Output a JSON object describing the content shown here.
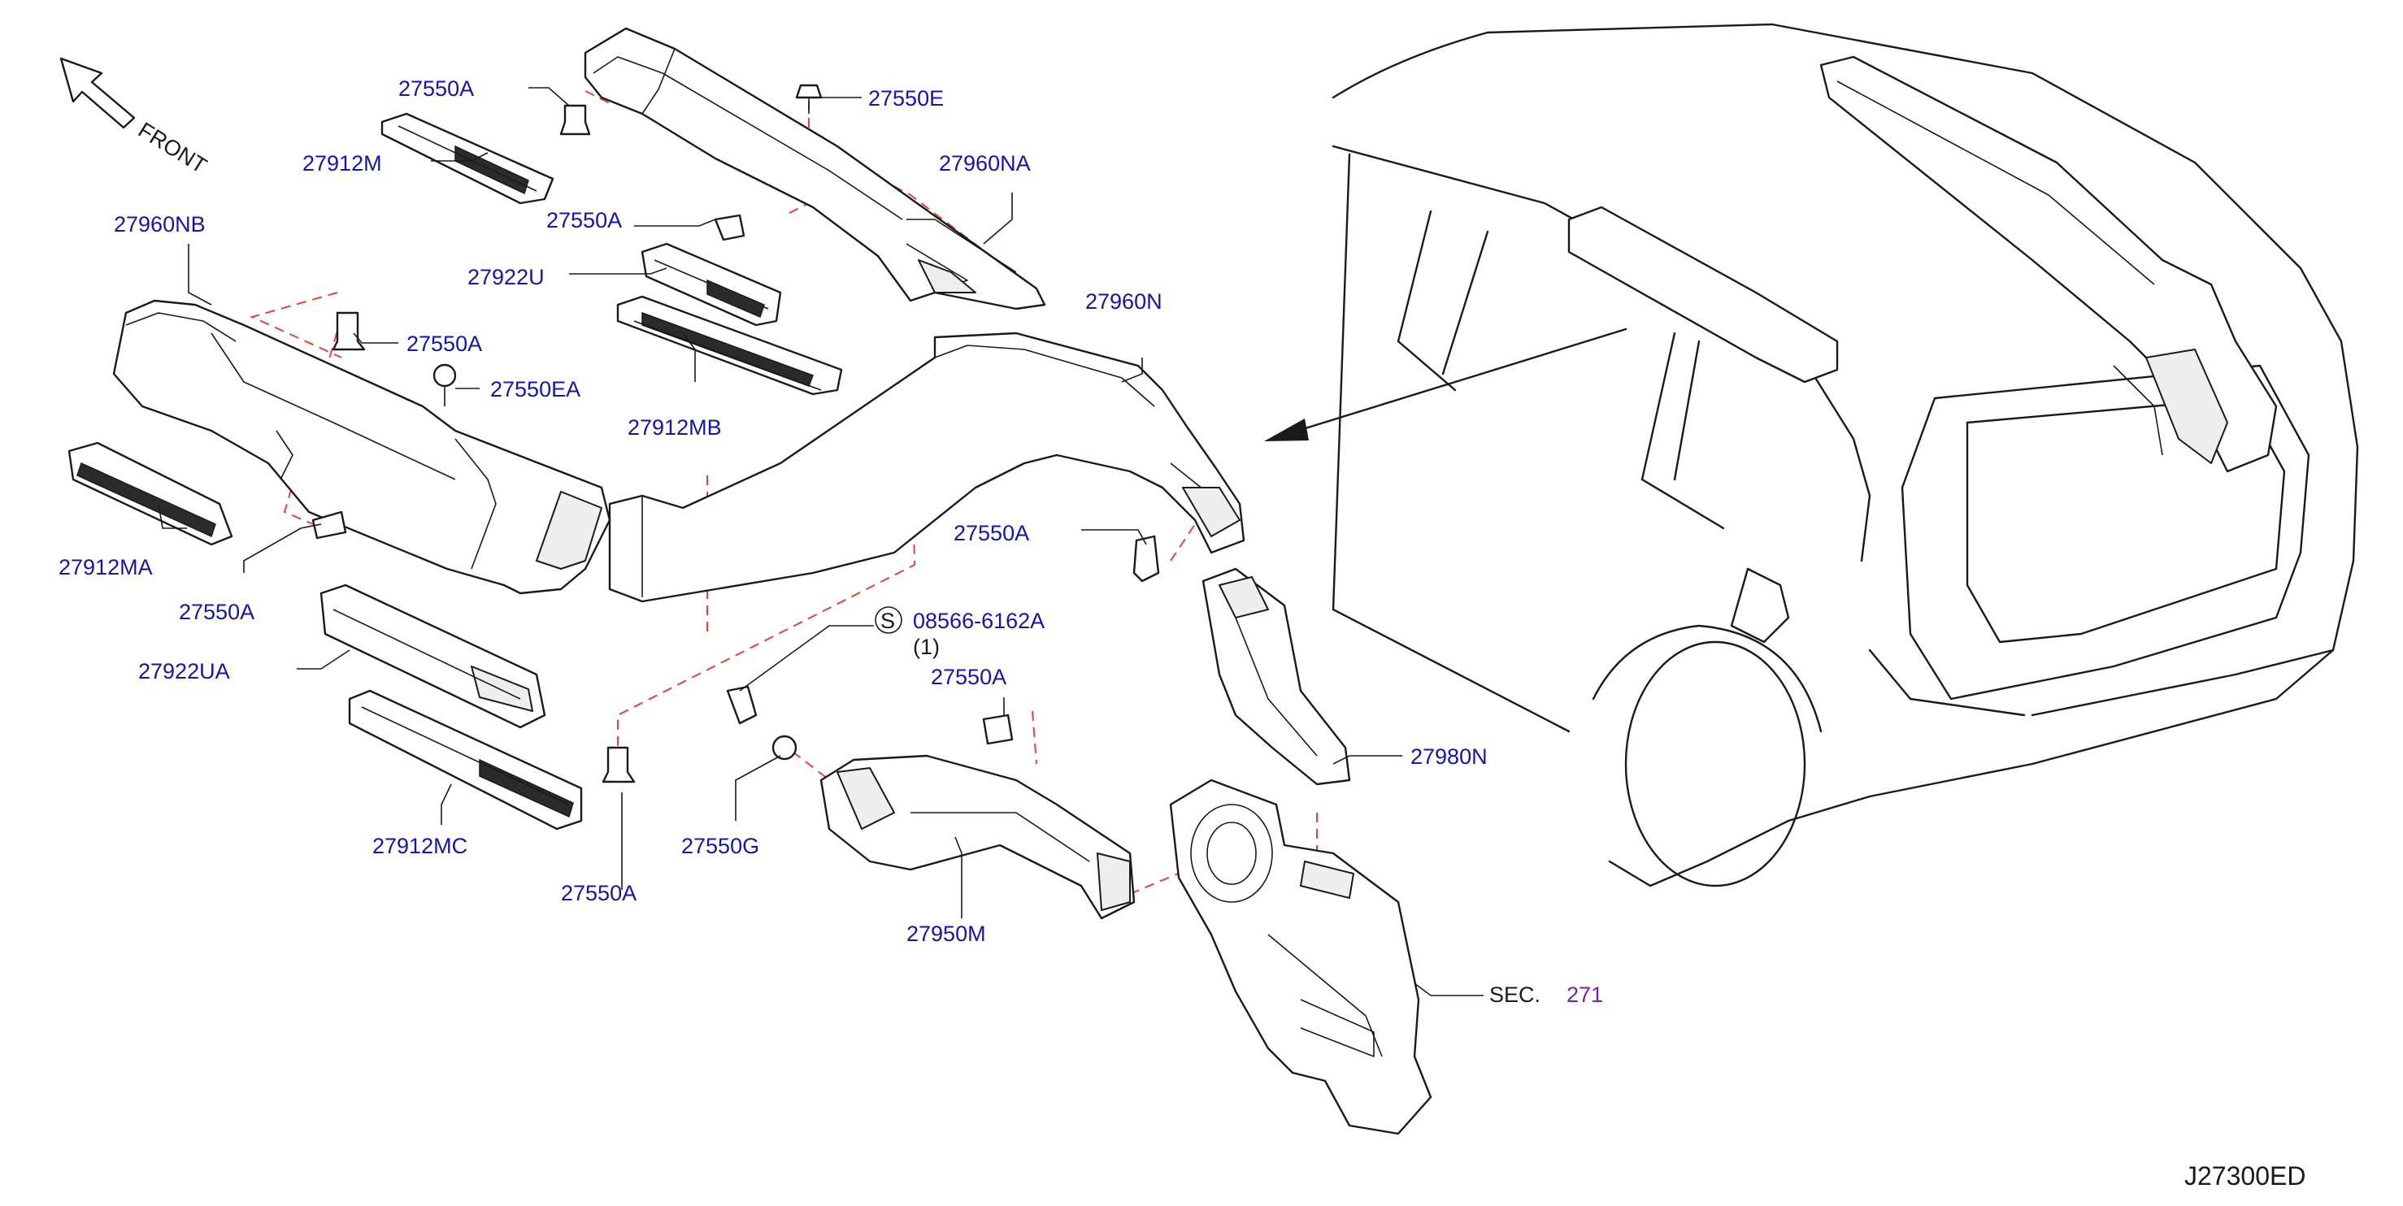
{
  "front_label": "FRONT",
  "drawing_code": "J27300ED",
  "section": {
    "prefix": "SEC.",
    "number": "271"
  },
  "screw_symbol": "S",
  "screw_qty": "(1)",
  "parts": [
    {
      "id": "p1",
      "label": "27550A"
    },
    {
      "id": "p2",
      "label": "27912M"
    },
    {
      "id": "p3",
      "label": "27550E"
    },
    {
      "id": "p4",
      "label": "27960NA"
    },
    {
      "id": "p5",
      "label": "27550A"
    },
    {
      "id": "p6",
      "label": "27960NB"
    },
    {
      "id": "p7",
      "label": "27922U"
    },
    {
      "id": "p8",
      "label": "27550A"
    },
    {
      "id": "p9",
      "label": "27550EA"
    },
    {
      "id": "p10",
      "label": "27912MB"
    },
    {
      "id": "p11",
      "label": "27960N"
    },
    {
      "id": "p12",
      "label": "27912MA"
    },
    {
      "id": "p13",
      "label": "27550A"
    },
    {
      "id": "p14",
      "label": "27550A"
    },
    {
      "id": "p15",
      "label": "08566-6162A"
    },
    {
      "id": "p16",
      "label": "27922UA"
    },
    {
      "id": "p17",
      "label": "27550A"
    },
    {
      "id": "p18",
      "label": "27980N"
    },
    {
      "id": "p19",
      "label": "27912MC"
    },
    {
      "id": "p20",
      "label": "27550G"
    },
    {
      "id": "p21",
      "label": "27550A"
    },
    {
      "id": "p22",
      "label": "27950M"
    }
  ],
  "icons": [
    "front-arrow-icon",
    "direction-arrow-icon",
    "screw-icon",
    "clip-icon"
  ]
}
